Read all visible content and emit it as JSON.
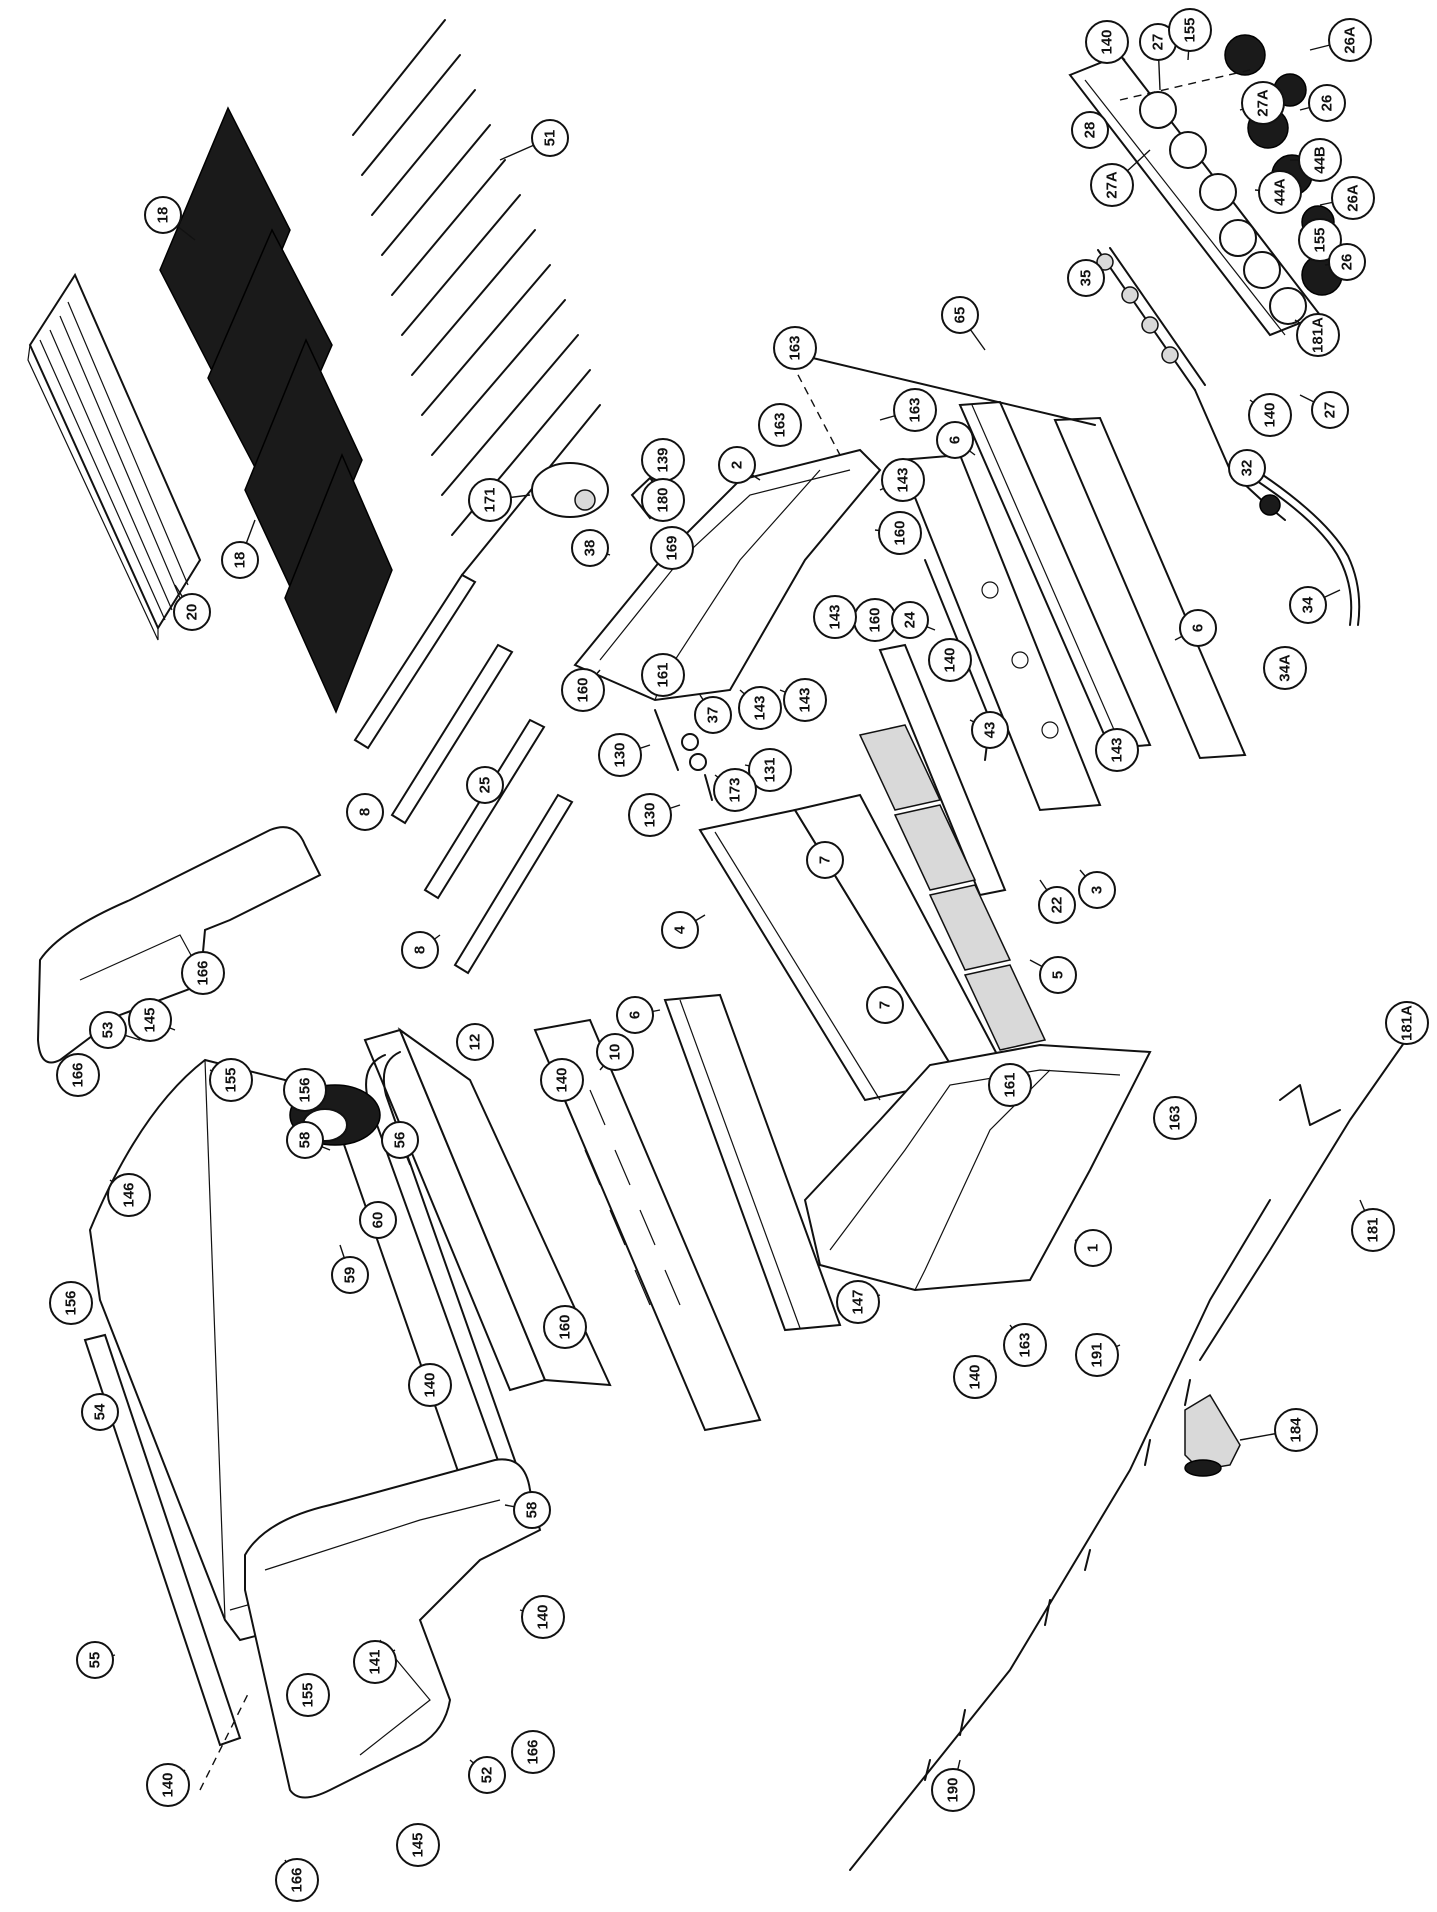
{
  "callouts": [
    {
      "id": "c1",
      "label": "20"
    },
    {
      "id": "c2",
      "label": "18"
    },
    {
      "id": "c3",
      "label": "18"
    },
    {
      "id": "c4",
      "label": "51"
    },
    {
      "id": "c5",
      "label": "171"
    },
    {
      "id": "c6",
      "label": "139"
    },
    {
      "id": "c7",
      "label": "180"
    },
    {
      "id": "c8",
      "label": "169"
    },
    {
      "id": "c9",
      "label": "38"
    },
    {
      "id": "c10",
      "label": "2"
    },
    {
      "id": "c11",
      "label": "163"
    },
    {
      "id": "c12",
      "label": "163"
    },
    {
      "id": "c13",
      "label": "163"
    },
    {
      "id": "c14",
      "label": "143"
    },
    {
      "id": "c15",
      "label": "160"
    },
    {
      "id": "c16",
      "label": "160"
    },
    {
      "id": "c17",
      "label": "143"
    },
    {
      "id": "c18",
      "label": "143"
    },
    {
      "id": "c19",
      "label": "143"
    },
    {
      "id": "c20",
      "label": "37"
    },
    {
      "id": "c21",
      "label": "161"
    },
    {
      "id": "c22",
      "label": "160"
    },
    {
      "id": "c23",
      "label": "65"
    },
    {
      "id": "c24",
      "label": "6"
    },
    {
      "id": "c25",
      "label": "6"
    },
    {
      "id": "c26",
      "label": "6"
    },
    {
      "id": "c27",
      "label": "24"
    },
    {
      "id": "c28",
      "label": "140"
    },
    {
      "id": "c29",
      "label": "143"
    },
    {
      "id": "c30",
      "label": "43"
    },
    {
      "id": "c31",
      "label": "22"
    },
    {
      "id": "c32",
      "label": "3"
    },
    {
      "id": "c33",
      "label": "130"
    },
    {
      "id": "c34",
      "label": "131"
    },
    {
      "id": "c35",
      "label": "173"
    },
    {
      "id": "c36",
      "label": "130"
    },
    {
      "id": "c37",
      "label": "4"
    },
    {
      "id": "c38",
      "label": "7"
    },
    {
      "id": "c39",
      "label": "7"
    },
    {
      "id": "c40",
      "label": "5"
    },
    {
      "id": "c41",
      "label": "25"
    },
    {
      "id": "c42",
      "label": "8"
    },
    {
      "id": "c43",
      "label": "8"
    },
    {
      "id": "c44",
      "label": "140"
    },
    {
      "id": "c45",
      "label": "27"
    },
    {
      "id": "c46",
      "label": "155"
    },
    {
      "id": "c47",
      "label": "26A"
    },
    {
      "id": "c48",
      "label": "27A"
    },
    {
      "id": "c49",
      "label": "26"
    },
    {
      "id": "c50",
      "label": "28"
    },
    {
      "id": "c51",
      "label": "44B"
    },
    {
      "id": "c52",
      "label": "27A"
    },
    {
      "id": "c53",
      "label": "44A"
    },
    {
      "id": "c54",
      "label": "26A"
    },
    {
      "id": "c55",
      "label": "155"
    },
    {
      "id": "c56",
      "label": "26"
    },
    {
      "id": "c57",
      "label": "35"
    },
    {
      "id": "c58",
      "label": "181A"
    },
    {
      "id": "c59",
      "label": "140"
    },
    {
      "id": "c60",
      "label": "27"
    },
    {
      "id": "c61",
      "label": "32"
    },
    {
      "id": "c62",
      "label": "34"
    },
    {
      "id": "c63",
      "label": "34A"
    },
    {
      "id": "c64",
      "label": "181A"
    },
    {
      "id": "c65",
      "label": "181"
    },
    {
      "id": "c66",
      "label": "184"
    },
    {
      "id": "c67",
      "label": "191"
    },
    {
      "id": "c68",
      "label": "190"
    },
    {
      "id": "c69",
      "label": "161"
    },
    {
      "id": "c70",
      "label": "163"
    },
    {
      "id": "c71",
      "label": "1"
    },
    {
      "id": "c72",
      "label": "147"
    },
    {
      "id": "c73",
      "label": "163"
    },
    {
      "id": "c74",
      "label": "140"
    },
    {
      "id": "c75",
      "label": "12"
    },
    {
      "id": "c76",
      "label": "140"
    },
    {
      "id": "c77",
      "label": "10"
    },
    {
      "id": "c78",
      "label": "160"
    },
    {
      "id": "c79",
      "label": "145"
    },
    {
      "id": "c80",
      "label": "166"
    },
    {
      "id": "c81",
      "label": "53"
    },
    {
      "id": "c82",
      "label": "166"
    },
    {
      "id": "c83",
      "label": "155"
    },
    {
      "id": "c84",
      "label": "156"
    },
    {
      "id": "c85",
      "label": "146"
    },
    {
      "id": "c86",
      "label": "156"
    },
    {
      "id": "c87",
      "label": "58"
    },
    {
      "id": "c88",
      "label": "56"
    },
    {
      "id": "c89",
      "label": "60"
    },
    {
      "id": "c90",
      "label": "59"
    },
    {
      "id": "c91",
      "label": "140"
    },
    {
      "id": "c92",
      "label": "54"
    },
    {
      "id": "c93",
      "label": "58"
    },
    {
      "id": "c94",
      "label": "140"
    },
    {
      "id": "c95",
      "label": "141"
    },
    {
      "id": "c96",
      "label": "55"
    },
    {
      "id": "c97",
      "label": "155"
    },
    {
      "id": "c98",
      "label": "166"
    },
    {
      "id": "c99",
      "label": "52"
    },
    {
      "id": "c100",
      "label": "140"
    },
    {
      "id": "c101",
      "label": "145"
    },
    {
      "id": "c102",
      "label": "166"
    }
  ]
}
